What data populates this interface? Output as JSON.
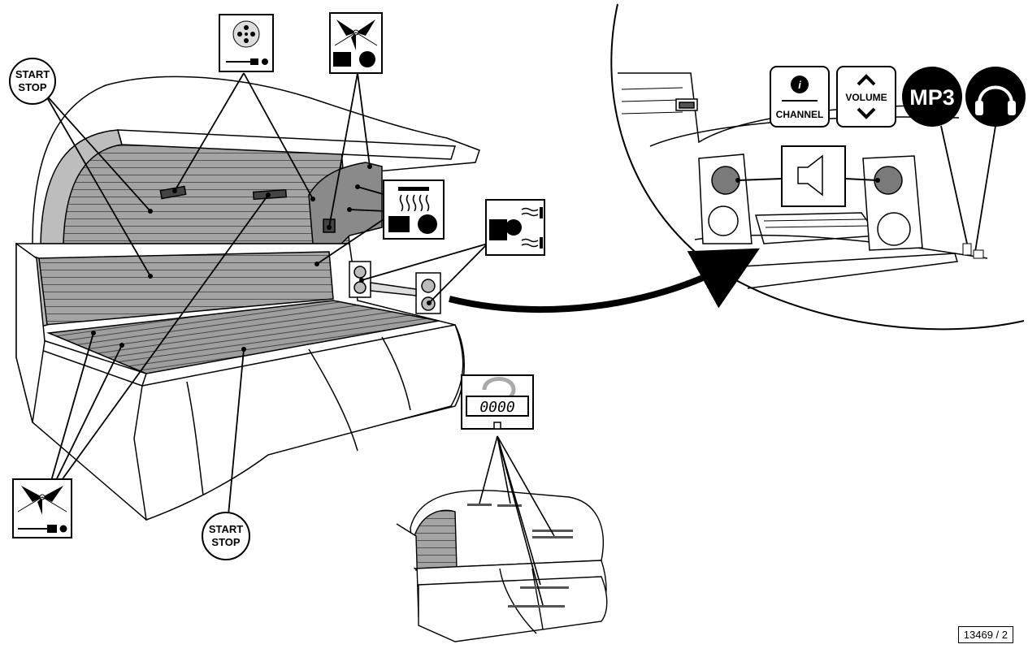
{
  "labels": {
    "start_stop_line1": "START",
    "start_stop_line2": "STOP",
    "channel": "CHANNEL",
    "volume": "VOLUME",
    "mp3": "MP3",
    "display_digits": "0000",
    "reference": "13469 / 2"
  },
  "icons": {
    "start_stop_top": "start-stop-icon",
    "aroma_mist": "aroma-mist-icon",
    "fan_top": "fan-icon",
    "fan_bottom": "fan-icon",
    "shoulder_tanner": "shoulder-tanner-icon",
    "face_tanner": "face-tanner-icon",
    "channel": "info-channel-icon",
    "volume": "volume-updown-icon",
    "mp3": "mp3-icon",
    "headphones": "headphones-icon",
    "speaker": "speaker-icon",
    "display": "timer-display-icon"
  },
  "colors": {
    "line": "#000000",
    "lamp_gray": "#9a9a9a",
    "dark_gray": "#555555",
    "panel_light": "#d8d8d8"
  }
}
